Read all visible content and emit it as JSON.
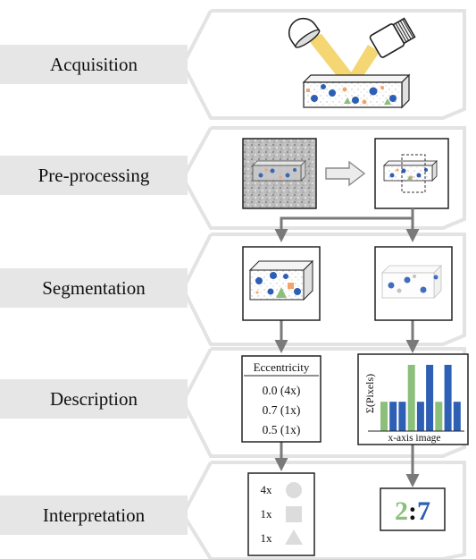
{
  "stages": [
    "Acquisition",
    "Pre-processing",
    "Segmentation",
    "Description",
    "Interpretation"
  ],
  "description": {
    "eccentricity_title": "Eccentricity",
    "eccentricity_values": [
      "0.0 (4x)",
      "0.7 (1x)",
      "0.5 (1x)"
    ],
    "histogram_ylabel": "Σ(Pixels)",
    "histogram_xlabel": "x-axis image",
    "histogram_bars": [
      {
        "color": "green",
        "value": 0.42
      },
      {
        "color": "blue",
        "value": 0.42
      },
      {
        "color": "blue",
        "value": 0.42
      },
      {
        "color": "green",
        "value": 0.95
      },
      {
        "color": "blue",
        "value": 0.42
      },
      {
        "color": "blue",
        "value": 0.95
      },
      {
        "color": "green",
        "value": 0.42
      },
      {
        "color": "blue",
        "value": 0.95
      },
      {
        "color": "blue",
        "value": 0.42
      }
    ]
  },
  "interpretation": {
    "counts": [
      "4x",
      "1x",
      "1x"
    ],
    "shapes": [
      "circle",
      "square",
      "triangle"
    ],
    "ratio_left": "2",
    "ratio_sep": ":",
    "ratio_right": "7"
  },
  "colors": {
    "stage_band": "#e6e6e6",
    "chevron": "#e3e3e3",
    "arrow": "#7a7a7a",
    "green": "#8bbf7a",
    "blue": "#2d5fb5",
    "orange": "#f2a46a",
    "light_beam": "#f2cf5a"
  }
}
